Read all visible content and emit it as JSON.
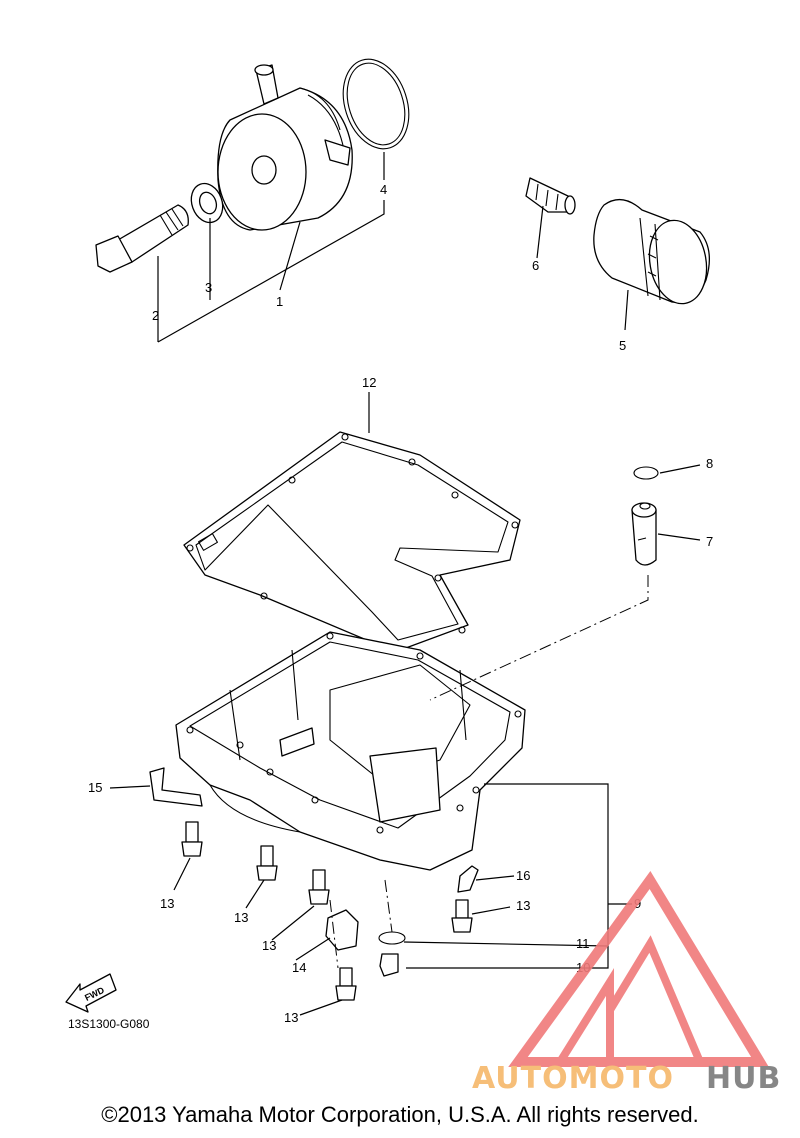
{
  "diagram": {
    "labels": {
      "p1": "1",
      "p2": "2",
      "p3": "3",
      "p4": "4",
      "p5": "5",
      "p6": "6",
      "p7": "7",
      "p8": "8",
      "p9": "9",
      "p10": "10",
      "p11": "11",
      "p12": "12",
      "p13a": "13",
      "p13b": "13",
      "p13c": "13",
      "p13d": "13",
      "p13e": "13",
      "p14": "14",
      "p15": "15",
      "p16": "16"
    },
    "fwd_arrow": "FWD",
    "drawing_code": "13S1300-G080"
  },
  "watermark": {
    "part1": "AUTOMOTO",
    "part2": "HUB",
    "colors": {
      "triangle": "#f07a7a",
      "text_orange": "#f6b86a",
      "text_gray": "#7a7a7a"
    }
  },
  "footer": {
    "copyright": "©2013 Yamaha Motor Corporation, U.S.A. All rights reserved."
  }
}
